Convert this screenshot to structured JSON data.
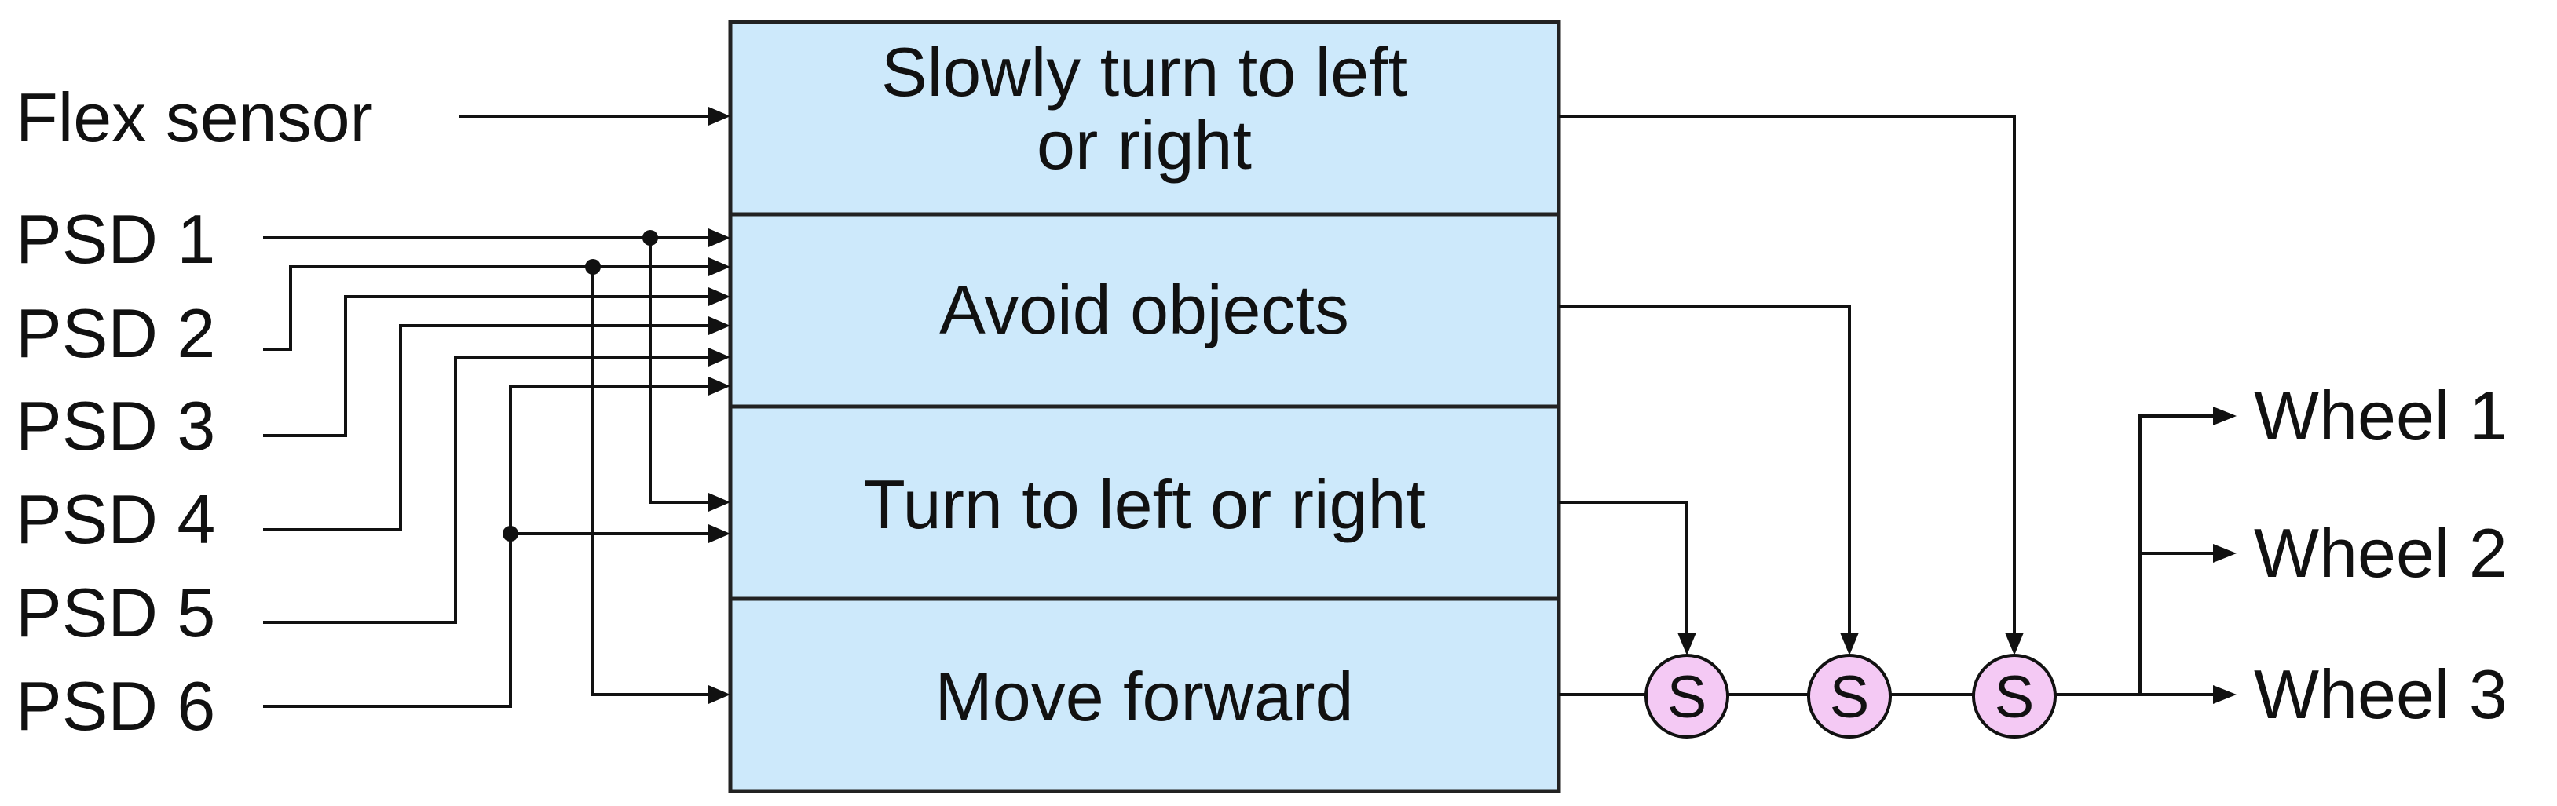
{
  "inputs": {
    "flex": "Flex sensor",
    "psd": [
      "PSD 1",
      "PSD 2",
      "PSD 3",
      "PSD 4",
      "PSD 5",
      "PSD 6"
    ]
  },
  "behaviors": {
    "slow_turn": [
      "Slowly turn to left",
      "or right"
    ],
    "avoid": "Avoid objects",
    "turn": "Turn to left or right",
    "forward": "Move forward"
  },
  "suppressor_label": "S",
  "outputs": [
    "Wheel 1",
    "Wheel 2",
    "Wheel 3"
  ],
  "colors": {
    "behavior_box": "#cde9fb",
    "suppressor": "#f4c9f4",
    "line": "#111111"
  }
}
